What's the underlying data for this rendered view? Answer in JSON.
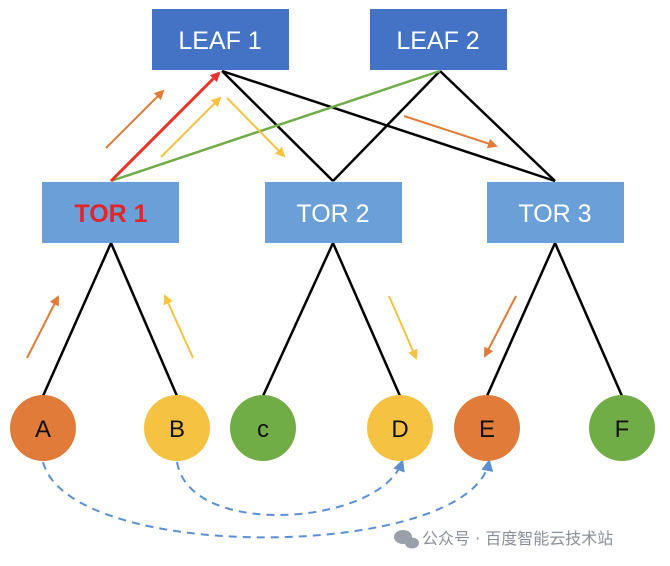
{
  "switches": {
    "leaf1": "LEAF 1",
    "leaf2": "LEAF 2",
    "tor1": "TOR 1",
    "tor2": "TOR 2",
    "tor3": "TOR 3"
  },
  "hosts": {
    "a": "A",
    "b": "B",
    "c": "c",
    "d": "D",
    "e": "E",
    "f": "F"
  },
  "watermark": "公众号 · 百度智能云技术站",
  "colors": {
    "leaf_fill": "#4472c4",
    "tor_fill": "#6a9fd8",
    "tor1_text": "#e0262a",
    "host_orange": "#e07b39",
    "host_yellow": "#f5c242",
    "host_green": "#70ad47",
    "link": "#000000",
    "arrow_red": "#e8322a",
    "arrow_orange": "#e07b39",
    "arrow_yellow": "#f5c242",
    "link_green": "#70ad47",
    "dashed_blue": "#5b8fd1"
  }
}
